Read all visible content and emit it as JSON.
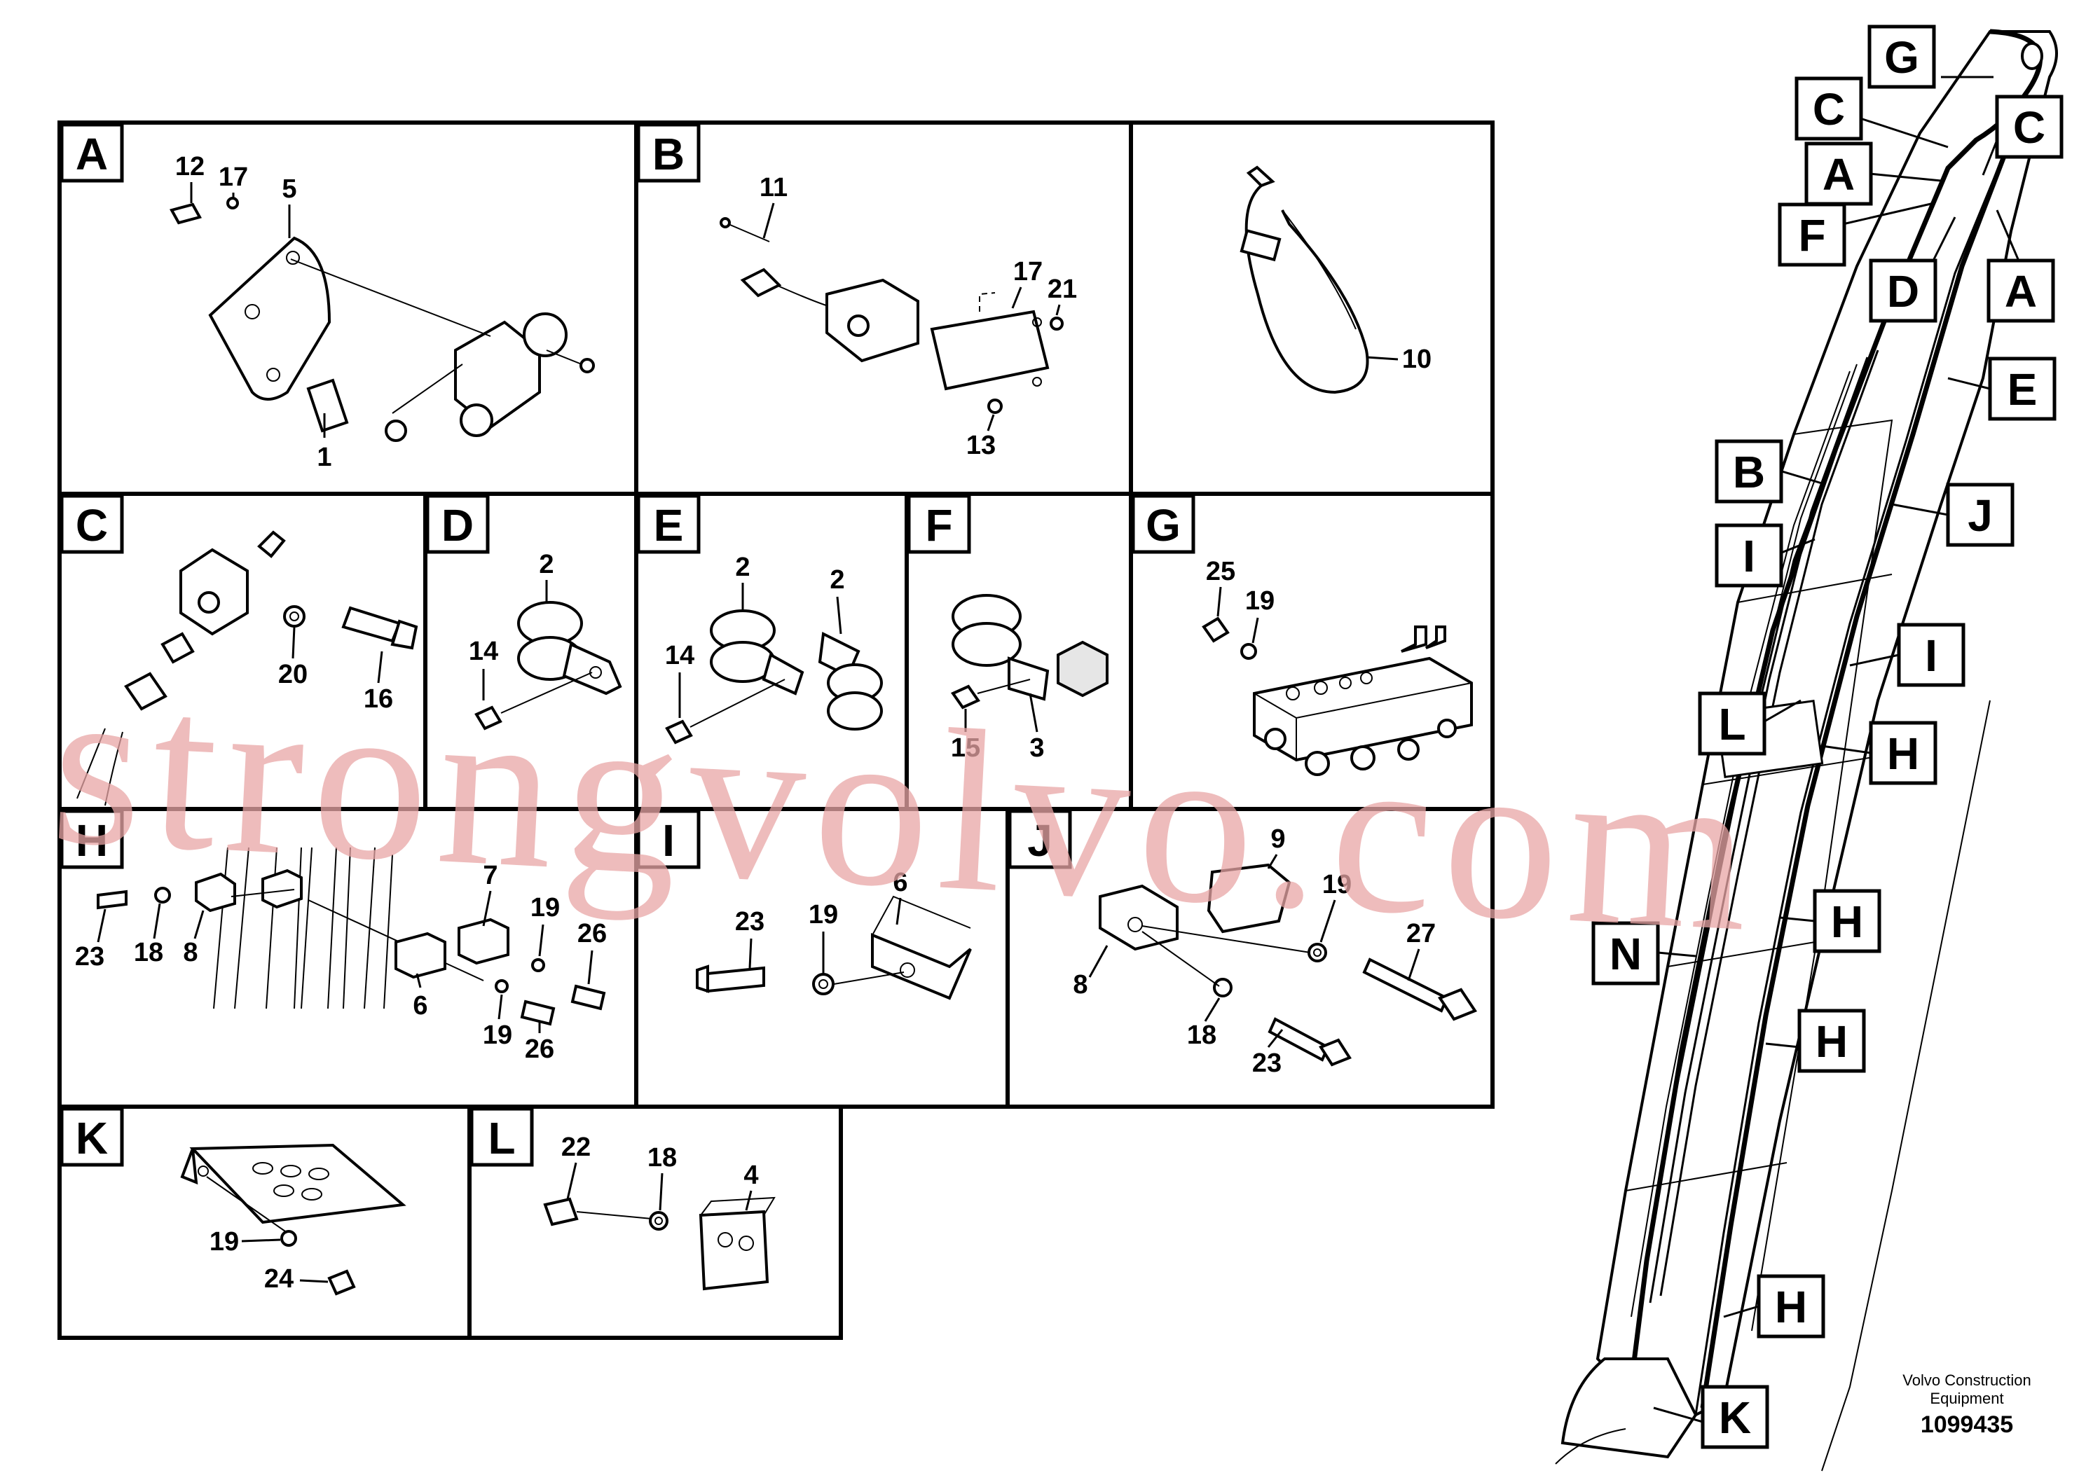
{
  "panels": [
    {
      "id": "A",
      "numbers": [
        "12",
        "17",
        "5",
        "1"
      ]
    },
    {
      "id": "B",
      "numbers": [
        "11",
        "17",
        "21",
        "13"
      ]
    },
    {
      "id": "C_tie",
      "numbers": [
        "10"
      ]
    },
    {
      "id": "C",
      "numbers": [
        "20",
        "16"
      ]
    },
    {
      "id": "D",
      "numbers": [
        "2",
        "14"
      ]
    },
    {
      "id": "E",
      "numbers": [
        "2",
        "2",
        "14"
      ]
    },
    {
      "id": "F",
      "numbers": [
        "15",
        "3"
      ]
    },
    {
      "id": "G",
      "numbers": [
        "25",
        "19"
      ]
    },
    {
      "id": "H",
      "numbers": [
        "7",
        "19",
        "26",
        "23",
        "18",
        "8",
        "6",
        "19",
        "26"
      ]
    },
    {
      "id": "I",
      "numbers": [
        "6",
        "19",
        "23"
      ]
    },
    {
      "id": "J",
      "numbers": [
        "9",
        "19",
        "27",
        "8",
        "18",
        "23"
      ]
    },
    {
      "id": "K",
      "numbers": [
        "19",
        "24"
      ]
    },
    {
      "id": "L",
      "numbers": [
        "22",
        "18",
        "4"
      ]
    }
  ],
  "panel_labels": [
    "A",
    "B",
    "C",
    "D",
    "E",
    "F",
    "G",
    "H",
    "I",
    "J",
    "K",
    "L"
  ],
  "boom_labels": [
    "G",
    "C",
    "C",
    "A",
    "F",
    "D",
    "A",
    "E",
    "B",
    "J",
    "I",
    "I",
    "L",
    "H",
    "N",
    "H",
    "H",
    "H",
    "K"
  ],
  "watermark": "strongvolvo.com",
  "footer": {
    "line1": "Volvo Construction",
    "line2": "Equipment",
    "id": "1099435"
  }
}
